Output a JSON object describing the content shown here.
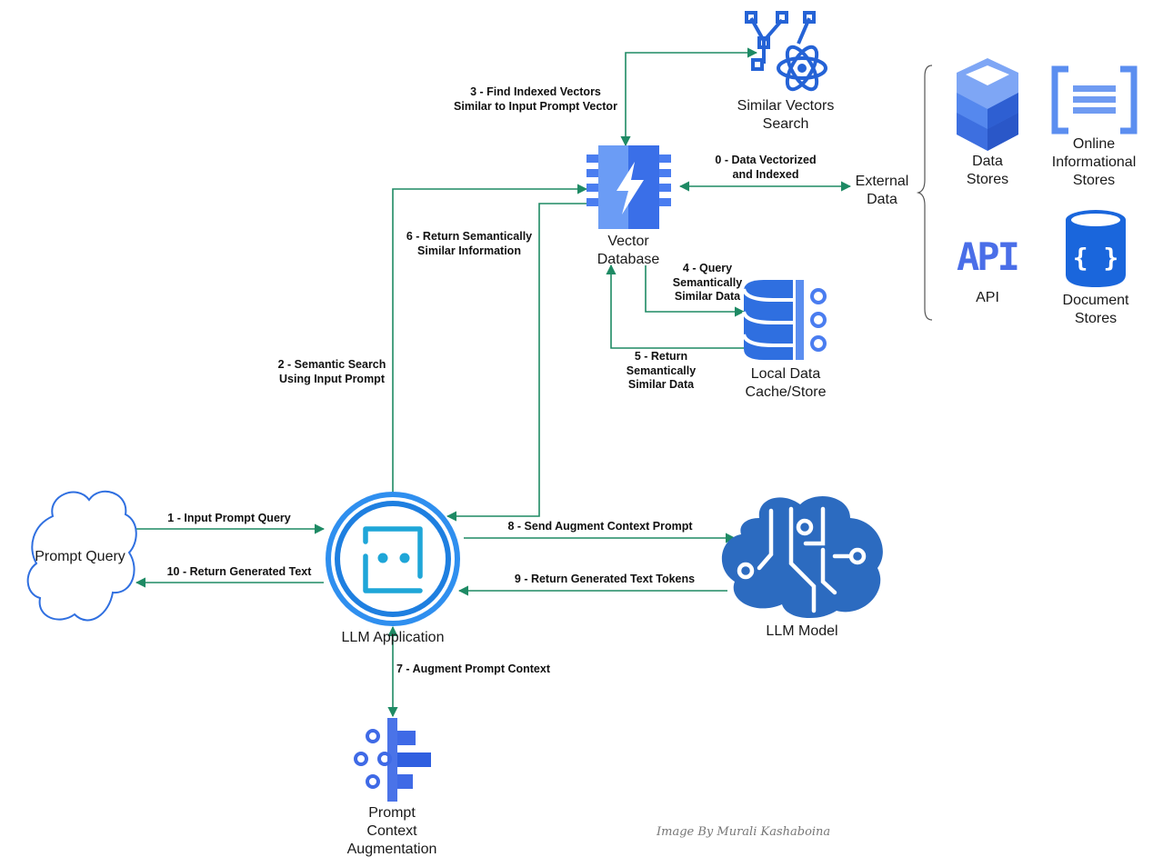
{
  "nodes": {
    "prompt_query": "Prompt Query",
    "llm_application": "LLM Application",
    "llm_model": "LLM Model",
    "vector_database": "Vector\nDatabase",
    "similar_vectors_search": "Similar Vectors\nSearch",
    "local_data_cache": "Local Data\nCache/Store",
    "prompt_context_augmentation": "Prompt\nContext\nAugmentation",
    "external_data": "External\nData"
  },
  "external_sources": {
    "data_stores": "Data\nStores",
    "online_informational_stores": "Online\nInformational\nStores",
    "api_label": "API",
    "api_glyph": "API",
    "document_stores": "Document\nStores",
    "document_glyph": "{ }"
  },
  "steps": {
    "s0": "0 - Data Vectorized\nand Indexed",
    "s1": "1 - Input Prompt Query",
    "s2": "2 - Semantic Search\nUsing Input Prompt",
    "s3": "3 - Find Indexed Vectors\nSimilar to Input Prompt Vector",
    "s4": "4 - Query\nSemantically\nSimilar Data",
    "s5": "5 - Return\nSemantically\nSimilar Data",
    "s6": "6 - Return Semantically\nSimilar Information",
    "s7": "7 - Augment Prompt Context",
    "s8": "8 - Send Augment Context Prompt",
    "s9": "9 - Return Generated Text Tokens",
    "s10": "10 - Return Generated Text"
  },
  "credit": "Image By Murali Kashaboina",
  "colors": {
    "connector": "#1e8a64",
    "blue": "#2f6fe0",
    "light_blue": "#5b8ef0",
    "model_blue": "#2c6bc0",
    "cloud_outline": "#2f6fe0",
    "app_ring": "#2f8fef"
  }
}
